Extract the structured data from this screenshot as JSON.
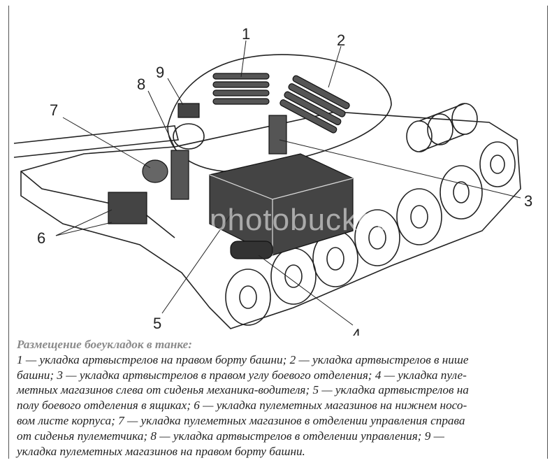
{
  "figure": {
    "callouts": [
      "1",
      "2",
      "3",
      "4",
      "5",
      "6",
      "7",
      "8",
      "9"
    ],
    "watermark": "photobucket"
  },
  "caption": {
    "title": "Размещение боеукладок в танке:",
    "lines": [
      "1 — укладка артвыстрелов на правом борту башни; 2 — укладка артвыстрелов в нише",
      "башни; 3 — укладка артвыстрелов в правом углу боевого отделения; 4 — укладка пуле-",
      "метных магазинов слева от сиденья механика-водителя; 5 — укладка артвыстрелов на",
      "полу боевого отделения в ящиках; 6 — укладка пулеметных магазинов на нижнем носо-",
      "вом листе корпуса; 7 — укладка пулеметных магазинов в отделении управления справа",
      "от сиденья пулеметчика; 8 — укладка артвыстрелов в отделении управления; 9 —",
      "укладка пулеметных магазинов на правом борту башни."
    ]
  }
}
